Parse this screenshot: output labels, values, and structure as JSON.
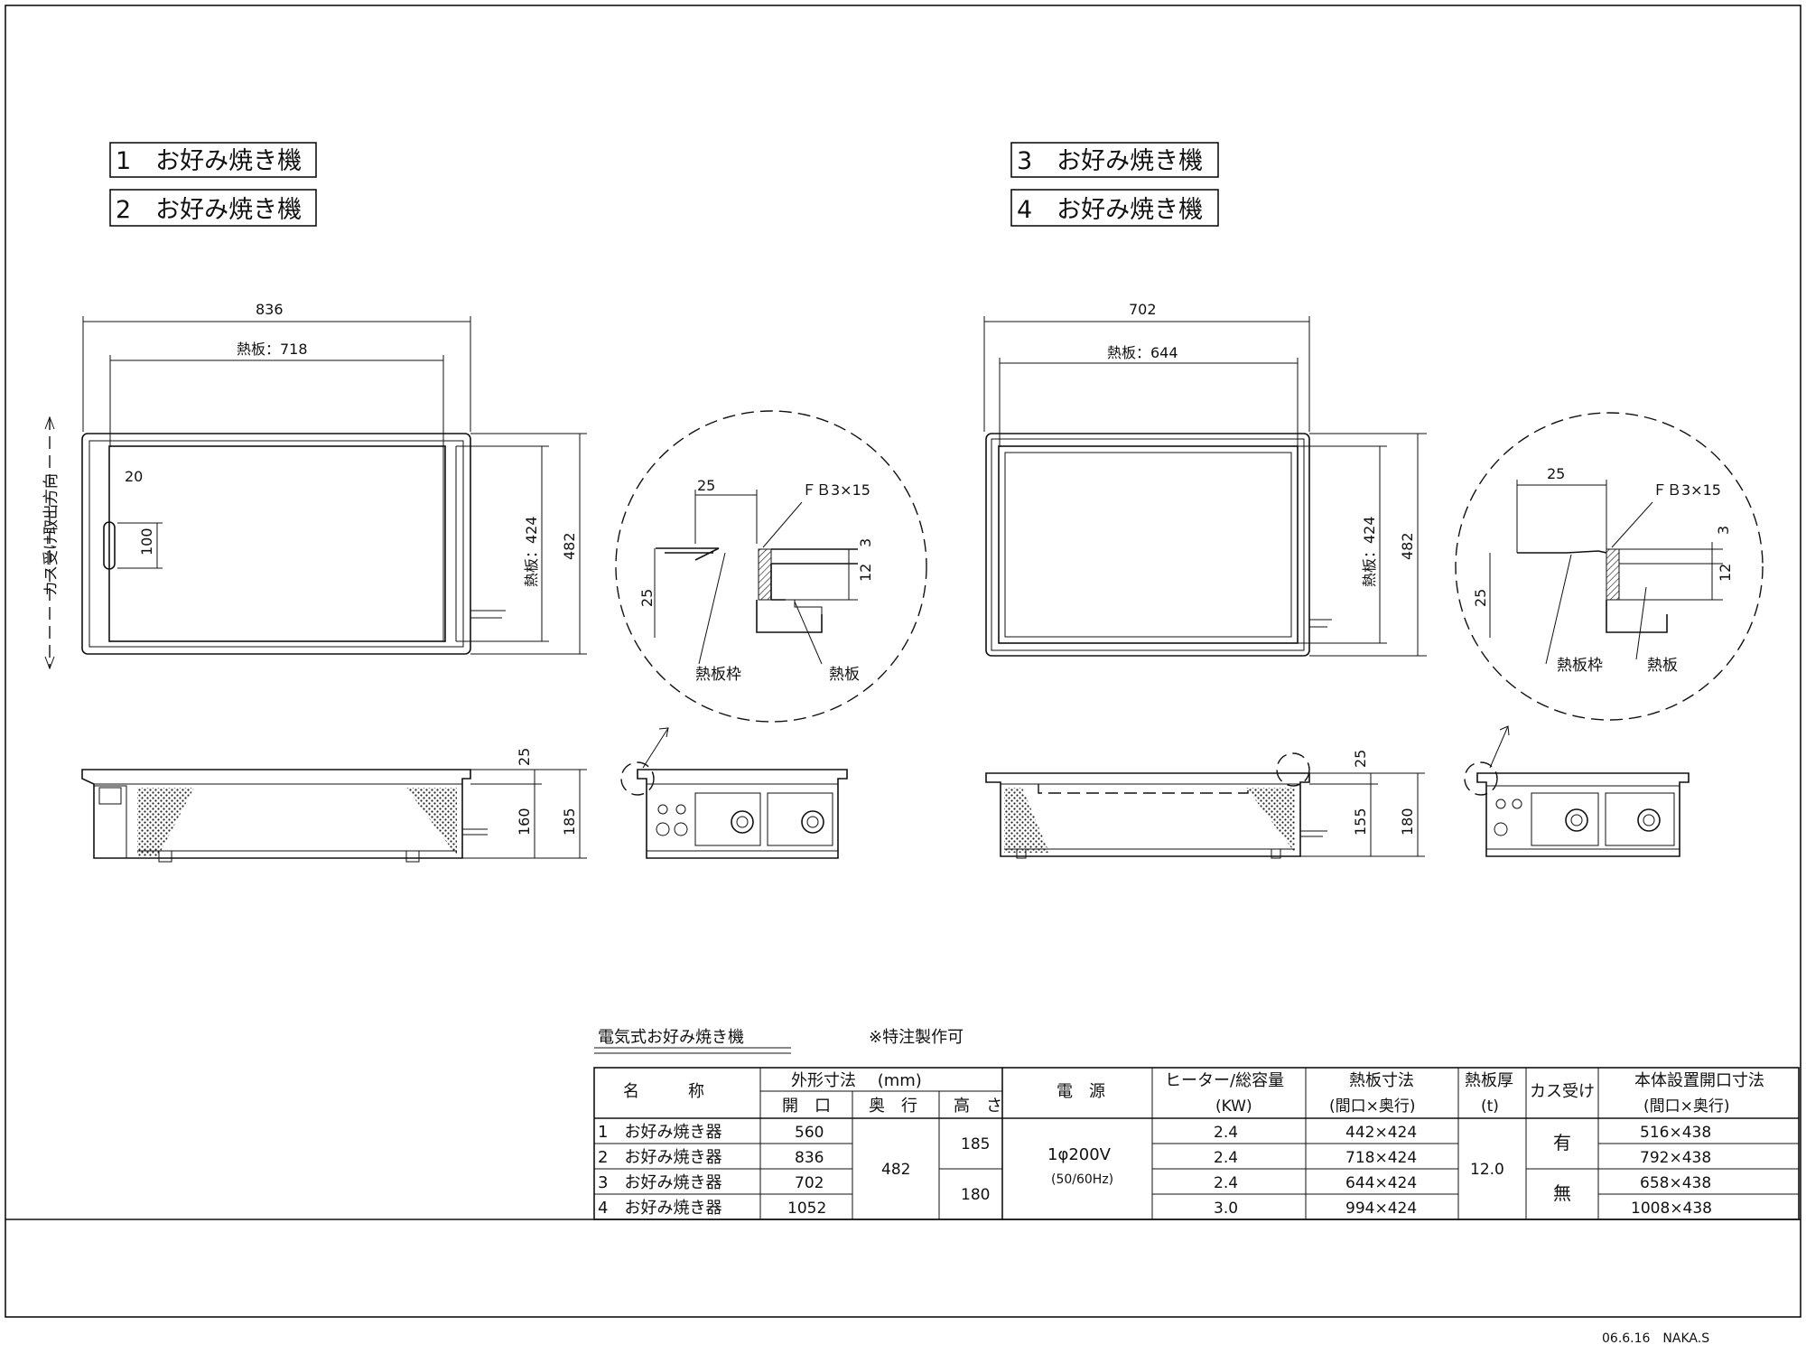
{
  "labels": {
    "item1": "1　お好み焼き機",
    "item2": "2　お好み焼き機",
    "item3": "3　お好み焼き機",
    "item4": "4　お好み焼き機"
  },
  "left": {
    "width_overall": "836",
    "hotplate_width": "熱板：718",
    "depth_overall": "482",
    "hotplate_depth": "熱板：424",
    "dim_20": "20",
    "dim_100": "100",
    "side_label": "カス受け取出方向",
    "height_top": "25",
    "height_body": "160",
    "height_total": "185"
  },
  "right": {
    "width_overall": "702",
    "hotplate_width": "熱板：644",
    "depth_overall": "482",
    "hotplate_depth": "熱板：424",
    "height_top": "25",
    "height_body": "155",
    "height_total": "180"
  },
  "detail": {
    "dim_25_top": "25",
    "fb": "ＦＢ3×15",
    "dim_3": "3",
    "dim_12": "12",
    "dim_25_side": "25",
    "frame_label": "熱板枠",
    "plate_label": "熱板"
  },
  "table": {
    "title": "電気式お好み焼き機",
    "note": "※特注製作可",
    "h_name": "名　　　称",
    "h_outer": "外形寸法　 (mm)",
    "h_width": "開　口",
    "h_depth": "奥　行",
    "h_height": "高　さ",
    "h_power": "電　源",
    "h_heater": "ヒーター/総容量",
    "h_heater_unit": "(KW)",
    "h_plate": "熱板寸法",
    "h_plate_sub": "(間口×奥行)",
    "h_thick": "熱板厚",
    "h_thick_unit": "(t)",
    "h_kasu": "カス受け",
    "h_open": "本体設置開口寸法",
    "h_open_sub": "(間口×奥行)",
    "depth_value": "482",
    "height_a": "185",
    "height_b": "180",
    "power": "1φ200V",
    "power_sub": "(50/60Hz)",
    "thickness": "12.0",
    "kasu_yes": "有",
    "kasu_no": "無",
    "rows": [
      {
        "name": "1　お好み焼き器",
        "width": "560",
        "heater": "2.4",
        "plate": "442×424",
        "opening": "516×438"
      },
      {
        "name": "2　お好み焼き器",
        "width": "836",
        "heater": "2.4",
        "plate": "718×424",
        "opening": "792×438"
      },
      {
        "name": "3　お好み焼き器",
        "width": "702",
        "heater": "2.4",
        "plate": "644×424",
        "opening": "658×438"
      },
      {
        "name": "4　お好み焼き器",
        "width": "1052",
        "heater": "3.0",
        "plate": "994×424",
        "opening": "1008×438"
      }
    ]
  },
  "footer": {
    "stamp": "06.6.16　NAKA.S"
  }
}
